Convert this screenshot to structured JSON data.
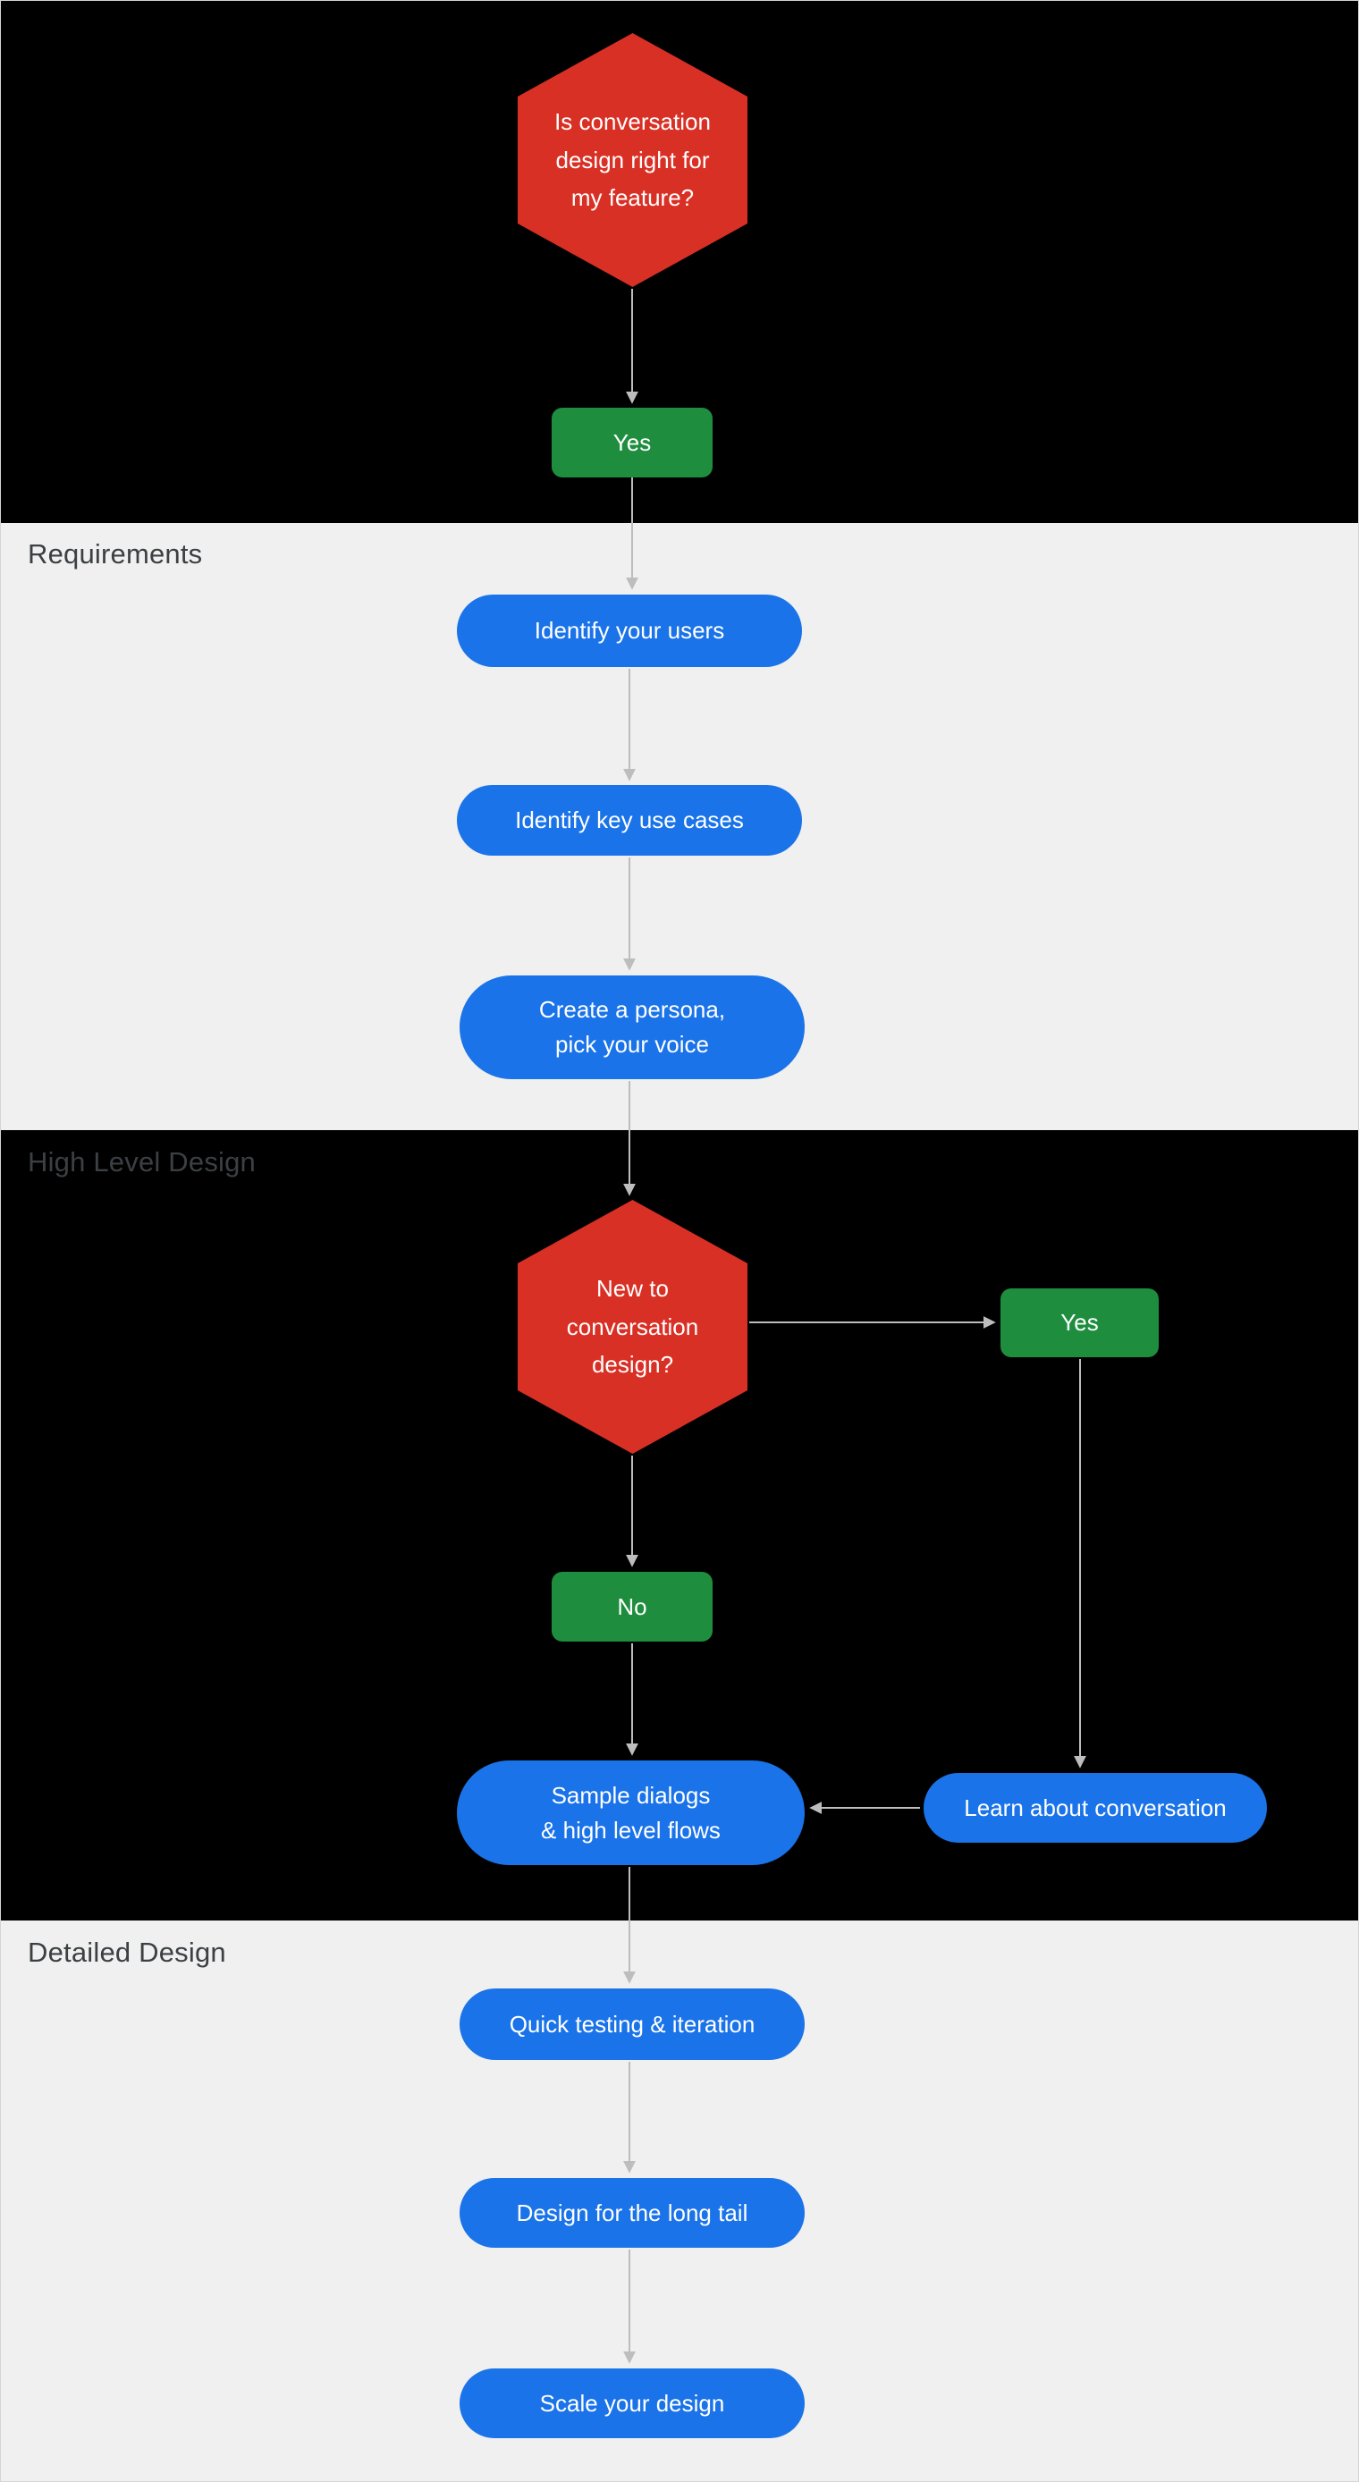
{
  "colors": {
    "red": "#d93025",
    "green": "#1e8e3e",
    "blue": "#1a73e8",
    "black_section": "#000000",
    "light_section": "#f0f0f0",
    "label_dark": "#3c4043",
    "arrow": "#bdbdbd"
  },
  "sections": {
    "requirements": {
      "label": "Requirements"
    },
    "high_level_design": {
      "label": "High Level Design"
    },
    "detailed_design": {
      "label": "Detailed Design"
    }
  },
  "nodes": {
    "is_cd_right": {
      "label": "Is conversation\ndesign right for\nmy feature?"
    },
    "yes_1": {
      "label": "Yes"
    },
    "identify_users": {
      "label": "Identify your users"
    },
    "identify_key_use_cases": {
      "label": "Identify key use cases"
    },
    "create_persona": {
      "label": "Create a persona,\npick your voice"
    },
    "new_to_cd": {
      "label": "New to\nconversation\ndesign?"
    },
    "yes_2": {
      "label": "Yes"
    },
    "no_1": {
      "label": "No"
    },
    "sample_dialogs": {
      "label": "Sample dialogs\n& high level flows"
    },
    "learn_about_conversation": {
      "label": "Learn about conversation"
    },
    "quick_testing": {
      "label": "Quick testing & iteration"
    },
    "design_long_tail": {
      "label": "Design for the long tail"
    },
    "scale_design": {
      "label": "Scale your design"
    }
  }
}
